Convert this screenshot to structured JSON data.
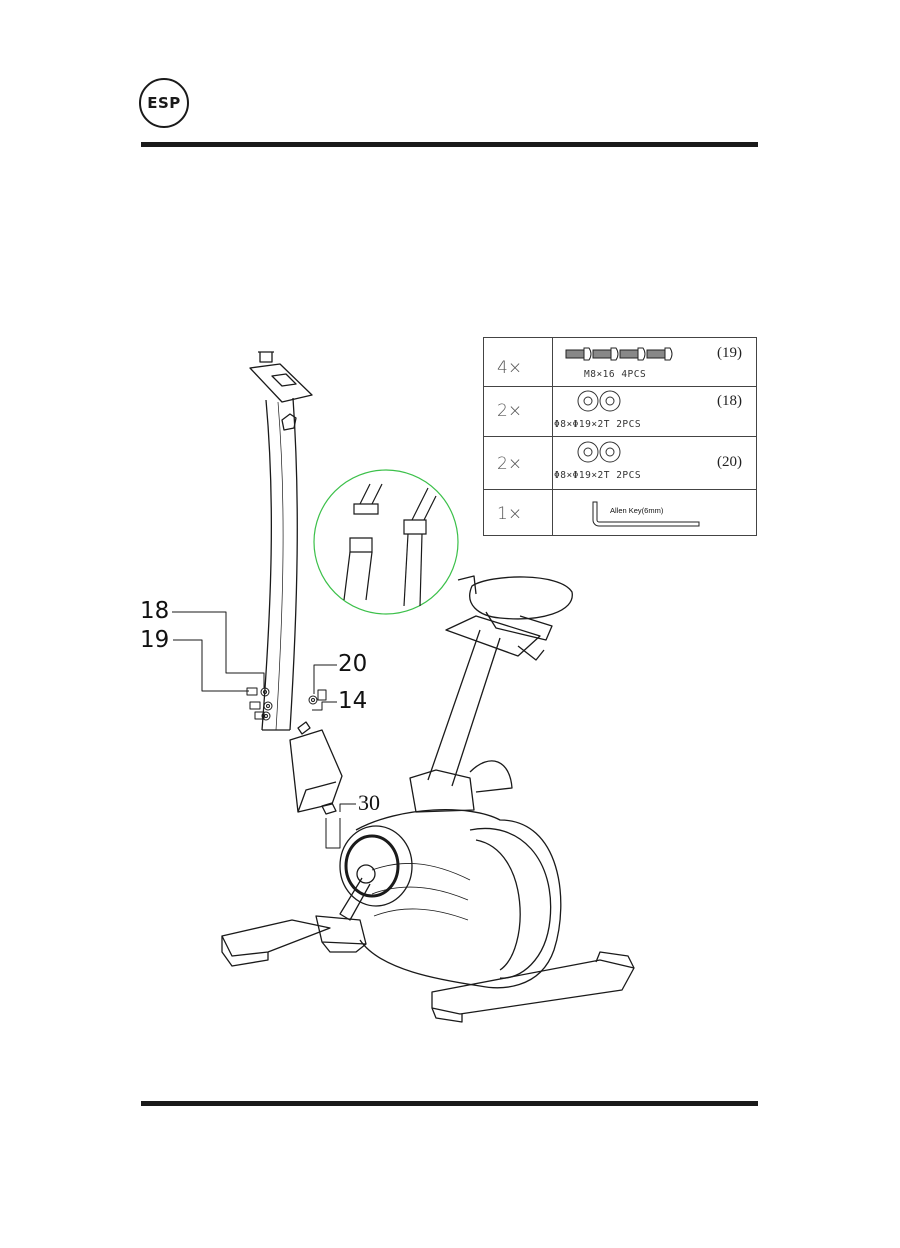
{
  "header": {
    "language_badge": "ESP"
  },
  "hardware": [
    {
      "qty": "4×",
      "spec": "M8×16  4PCS",
      "ref": "(19)",
      "icon": "bolt-icon"
    },
    {
      "qty": "2×",
      "spec": "Φ8×Φ19×2T  2PCS",
      "ref": "(18)",
      "icon": "washer-icon"
    },
    {
      "qty": "2×",
      "spec": "Φ8×Φ19×2T  2PCS",
      "ref": "(20)",
      "icon": "washer-icon"
    },
    {
      "qty": "1×",
      "spec": "Allen Key(6mm)",
      "ref": "",
      "icon": "allen-key-icon"
    }
  ],
  "callouts": {
    "part_18": "18",
    "part_19": "19",
    "part_20": "20",
    "part_14": "14",
    "part_30": "30"
  },
  "colors": {
    "ink": "#1a1a1a",
    "detail_circle": "#3cc04a"
  }
}
